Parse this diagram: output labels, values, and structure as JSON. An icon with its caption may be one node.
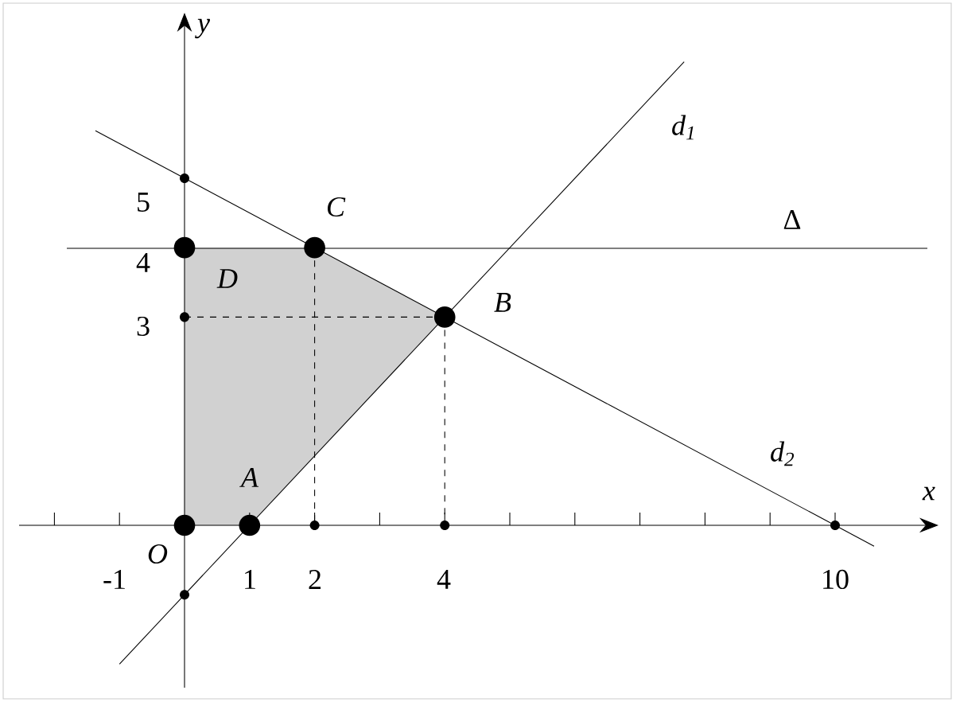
{
  "diagram": {
    "nodes": [
      {
        "text": [],
        "shape": "circle",
        "beside": [
          "C"
        ]
      },
      {
        "text": [],
        "shape": "circle",
        "beside": [
          "D"
        ]
      },
      {
        "text": [],
        "shape": "circle",
        "beside": [
          "B"
        ]
      },
      {
        "text": [],
        "shape": "circle",
        "beside": [
          "A"
        ]
      },
      {
        "text": [],
        "shape": "circle",
        "beside": [
          "O"
        ]
      }
    ],
    "labels": [
      "y",
      "d$_{1}$",
      "5",
      "Δ",
      "4",
      "3",
      "d$_{2}$",
      "x",
      "-1",
      "1",
      "2",
      "4",
      "10"
    ]
  }
}
